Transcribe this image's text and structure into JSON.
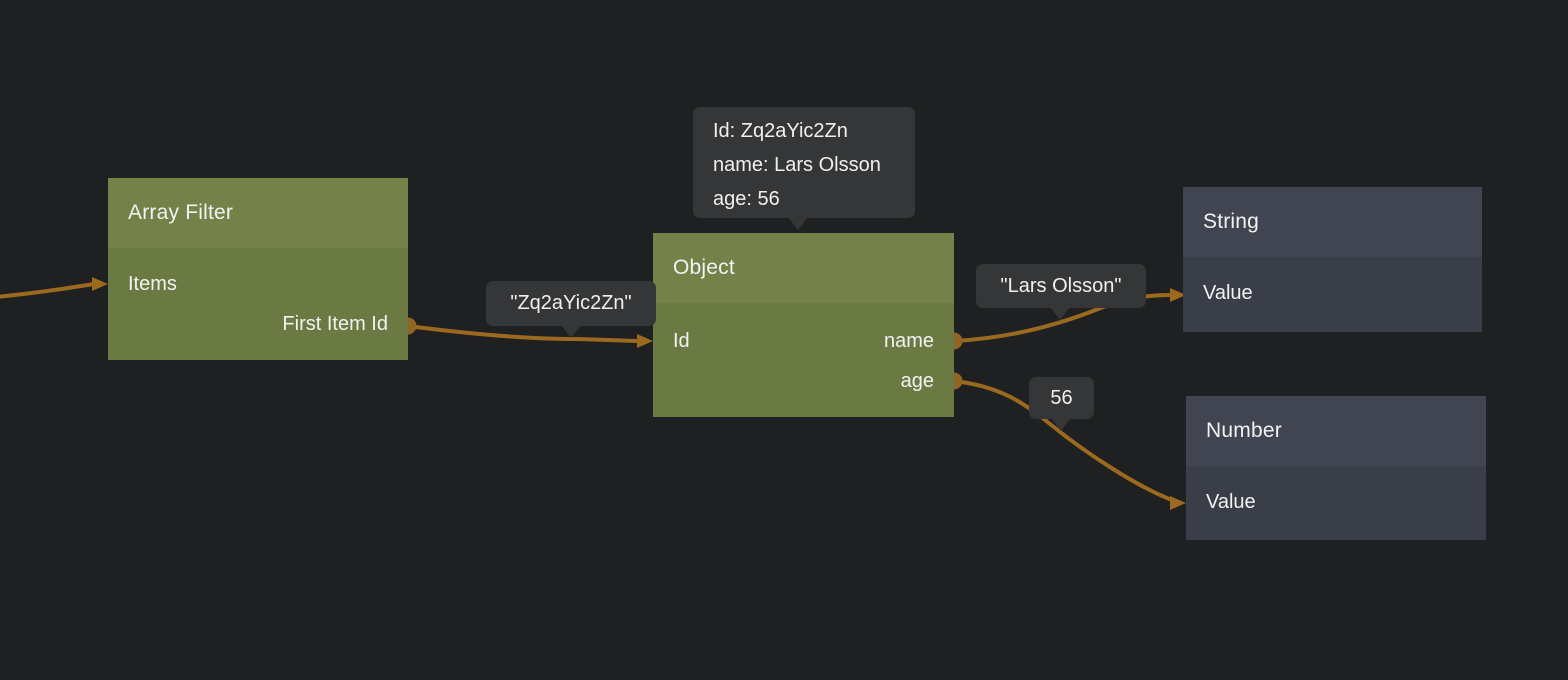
{
  "editor": {
    "background_color": "#1f2021",
    "wire_color": "#9b6a1f",
    "port_color": "#916524",
    "node_green_header_color": "#748149",
    "node_green_body_color": "#6b7a42",
    "node_dark_header_color": "#404551",
    "node_dark_body_color": "#3a3e49",
    "tooltip_background_color": "#343637"
  },
  "nodes": {
    "array_filter": {
      "title": "Array Filter",
      "input_label": "Items",
      "output_label": "First Item Id"
    },
    "object": {
      "title": "Object",
      "input_label": "Id",
      "output_labels": {
        "name": "name",
        "age": "age"
      }
    },
    "string": {
      "title": "String",
      "input_label": "Value"
    },
    "number": {
      "title": "Number",
      "input_label": "Value"
    }
  },
  "tooltips": {
    "object_preview": {
      "line_id": "Id: Zq2aYic2Zn",
      "line_name": "name: Lars Olsson",
      "line_age": "age: 56"
    },
    "id_value": "\"Zq2aYic2Zn\"",
    "name_value": "\"Lars Olsson\"",
    "age_value": "56"
  }
}
